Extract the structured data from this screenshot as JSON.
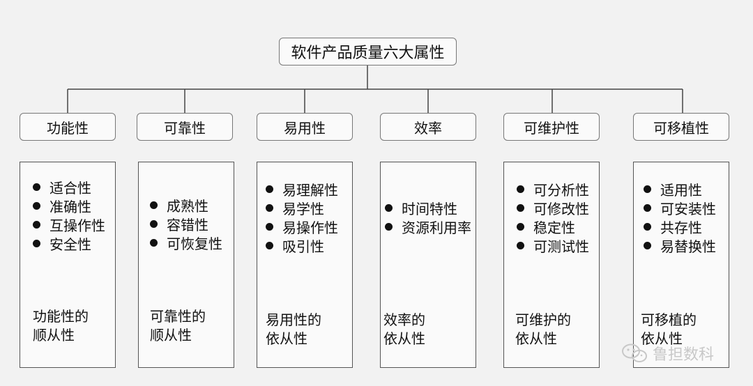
{
  "root": {
    "title": "软件产品质量六大属性"
  },
  "attributes": [
    {
      "name": "功能性",
      "subs": [
        "适合性",
        "准确性",
        "互操作性",
        "安全性"
      ],
      "compliance": [
        "功能性的",
        "顺从性"
      ]
    },
    {
      "name": "可靠性",
      "subs": [
        "成熟性",
        "容错性",
        "可恢复性"
      ],
      "compliance": [
        "可靠性的",
        "顺从性"
      ]
    },
    {
      "name": "易用性",
      "subs": [
        "易理解性",
        "易学性",
        "易操作性",
        "吸引性"
      ],
      "compliance": [
        "易用性的",
        "依从性"
      ]
    },
    {
      "name": "效率",
      "subs": [
        "时间特性",
        "资源利用率"
      ],
      "compliance": [
        "效率的",
        "依从性"
      ]
    },
    {
      "name": "可维护性",
      "subs": [
        "可分析性",
        "可修改性",
        "稳定性",
        "可测试性"
      ],
      "compliance": [
        "可维护的",
        "依从性"
      ]
    },
    {
      "name": "可移植性",
      "subs": [
        "适用性",
        "可安装性",
        "共存性",
        "易替换性"
      ],
      "compliance": [
        "可移植的",
        "依从性"
      ]
    }
  ],
  "watermark": {
    "text": "鲁担数科",
    "icon": "wechat-icon"
  }
}
